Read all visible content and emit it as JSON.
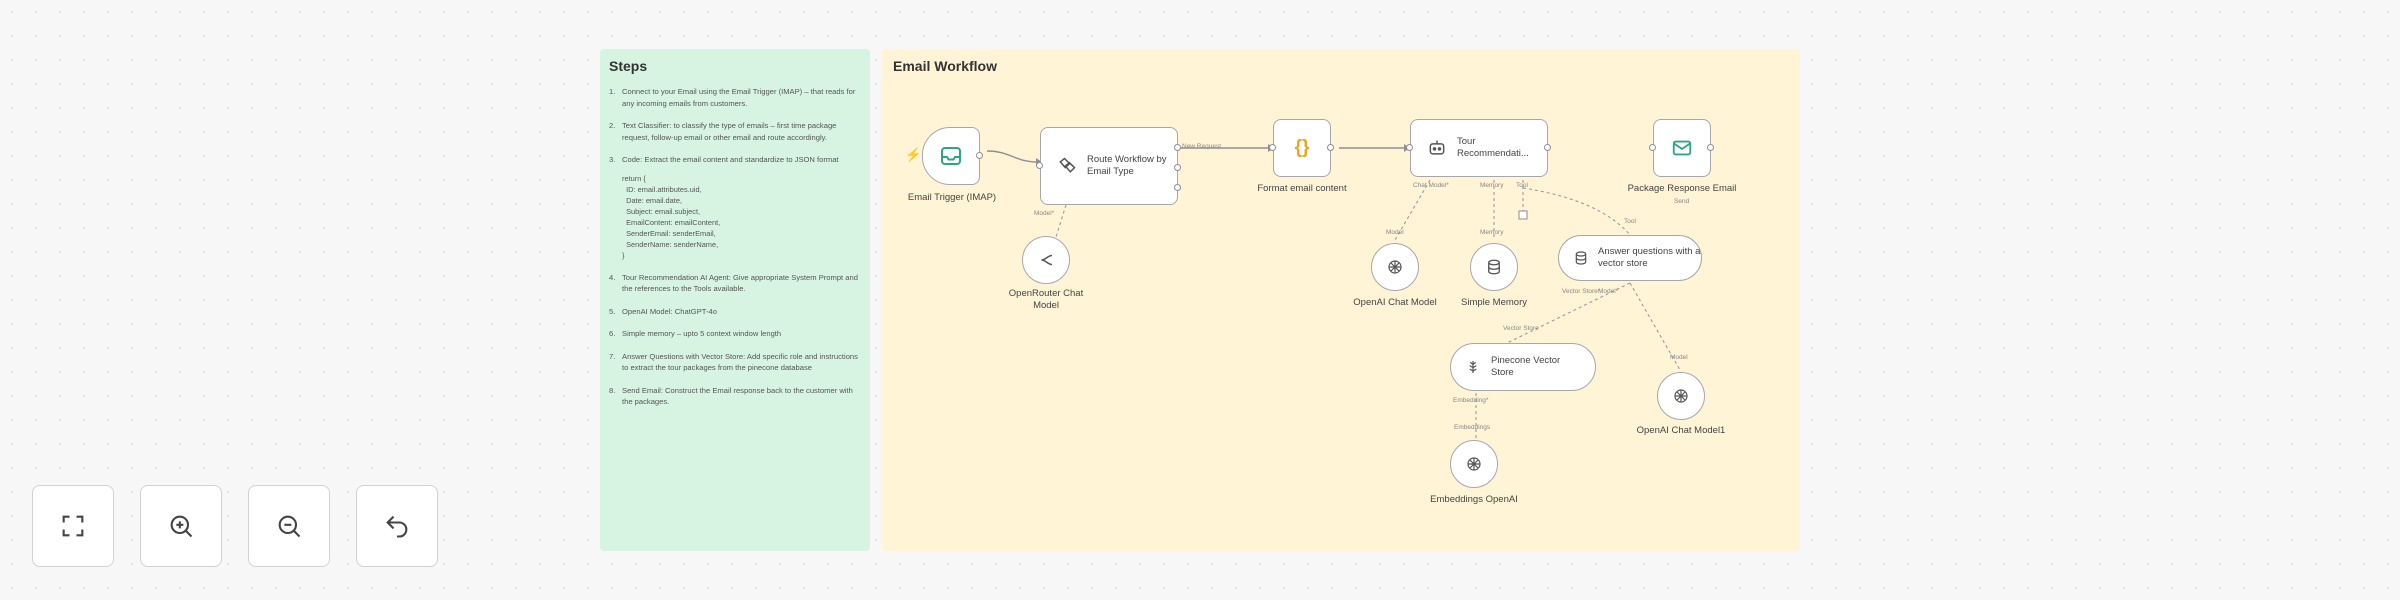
{
  "steps_note": {
    "title": "Steps",
    "items": [
      {
        "num": "1.",
        "text": "Connect to your Email using the Email Trigger (IMAP) – that reads for any incoming emails from customers."
      },
      {
        "num": "2.",
        "text": "Text Classifier: to classify the type of emails – first time package request, follow-up email or other email and route accordingly."
      },
      {
        "num": "3.",
        "text": "Code: Extract the email content and standardize to JSON format"
      },
      {
        "num": "4.",
        "text": "Tour Recommendation AI Agent: Give appropriate System Prompt and the references to the Tools available."
      },
      {
        "num": "5.",
        "text": "OpenAI Model: ChatGPT-4o"
      },
      {
        "num": "6.",
        "text": "Simple memory – upto 5 context window length"
      },
      {
        "num": "7.",
        "text": "Answer Questions with Vector Store: Add specific role and instructions to extract the tour packages from the pinecone database"
      },
      {
        "num": "8.",
        "text": "Send Email: Construct the Email response back to the customer with the packages."
      }
    ],
    "code": "return {\n  ID: email.attributes.uid,\n  Date: email.date,\n  Subject: email.subject,\n  EmailContent: emailContent,\n  SenderEmail: senderEmail,\n  SenderName: senderName,\n}"
  },
  "workflow": {
    "title": "Email Workflow",
    "nodes": {
      "email_trigger": "Email Trigger (IMAP)",
      "route": "Route Workflow by Email Type",
      "openrouter": "OpenRouter Chat Model",
      "format": "Format email content",
      "tour": "Tour Recommendati...",
      "package_email": "Package Response Email",
      "openai_chat": "OpenAI Chat Model",
      "simple_memory": "Simple Memory",
      "answer_q": "Answer questions with a vector store",
      "pinecone": "Pinecone Vector Store",
      "embeddings": "Embeddings OpenAI",
      "openai_chat1": "OpenAI Chat Model1"
    },
    "sublabels": {
      "package_send": "Send",
      "new_request": "New Request",
      "route_model": "Model*",
      "tour_chat_model": "Chat Model*",
      "tour_memory": "Memory",
      "tour_tool": "Tool",
      "openai_model": "Model",
      "memory_label": "Memory",
      "tool_label": "Tool",
      "vector_store": "Vector Store*",
      "answer_model": "Model*",
      "pinecone_in": "Vector Store",
      "openai1_model": "Model",
      "pinecone_embed": "Embedding*",
      "embeddings_label": "Embeddings"
    }
  },
  "controls": [
    {
      "name": "fit-view",
      "icon": "fullscreen-icon"
    },
    {
      "name": "zoom-in",
      "icon": "zoom-in-icon"
    },
    {
      "name": "zoom-out",
      "icon": "zoom-out-icon"
    },
    {
      "name": "reset",
      "icon": "undo-icon"
    }
  ],
  "colors": {
    "steps_bg": "#d7f4e3",
    "workflow_bg": "#fff4d6",
    "trigger_icon": "#2ea683",
    "code_icon": "#f5a21b",
    "accent": "#ff6d5a"
  }
}
